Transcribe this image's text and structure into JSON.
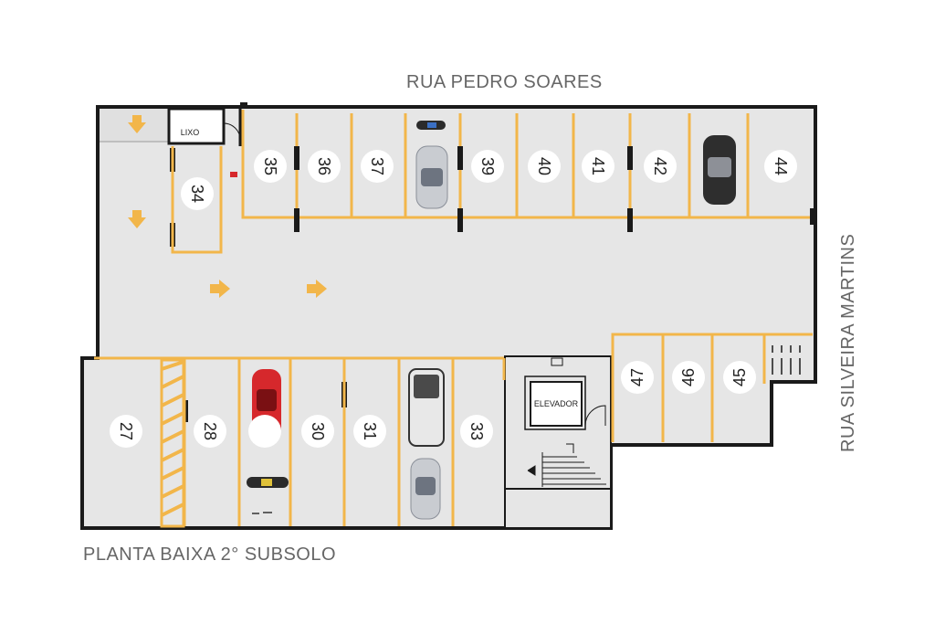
{
  "streets": {
    "top": "RUA PEDRO SOARES",
    "right": "RUA SILVEIRA MARTINS"
  },
  "caption": "PLANTA BAIXA 2° SUBSOLO",
  "rooms": {
    "trash": "LIXO",
    "elevator": "ELEVADOR"
  },
  "spaces": {
    "s27": "27",
    "s28": "28",
    "s30": "30",
    "s31": "31",
    "s33": "33",
    "s34": "34",
    "s35": "35",
    "s36": "36",
    "s37": "37",
    "s39": "39",
    "s40": "40",
    "s41": "41",
    "s42": "42",
    "s44": "44",
    "s45": "45",
    "s46": "46",
    "s47": "47"
  },
  "colors": {
    "floor": "#e6e6e6",
    "wall": "#1a1a1a",
    "line": "#f2b64a",
    "arrow": "#f2b64a",
    "badge": "#ffffff"
  },
  "icons": [
    "down-arrow-icon",
    "right-arrow-icon",
    "car-icon",
    "motorcycle-icon",
    "stairs-icon"
  ]
}
